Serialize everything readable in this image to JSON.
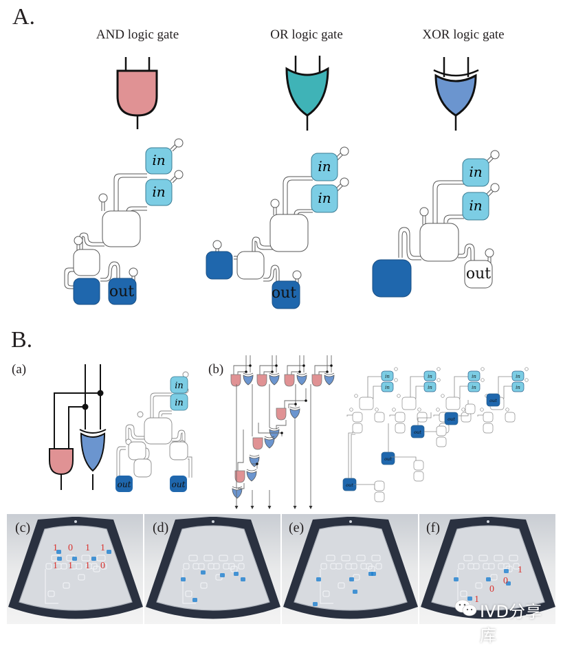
{
  "sections": {
    "a_label": "A.",
    "b_label": "B."
  },
  "gates": [
    {
      "title": "AND logic gate",
      "type": "AND",
      "color": "#e09294"
    },
    {
      "title": "OR logic gate",
      "type": "OR",
      "color": "#3fb3b7"
    },
    {
      "title": "XOR logic gate",
      "type": "XOR",
      "color": "#6b95cf"
    }
  ],
  "circuit_labels": {
    "in": "in",
    "out": "out"
  },
  "colors": {
    "input_box": "#7ccde4",
    "output_box": "#1f67ad",
    "channel": "#555555",
    "stroke": "#111111",
    "annotation_red": "#d9302c",
    "frame_dark": "#2a3140"
  },
  "panels": {
    "a": {
      "label": "(a)"
    },
    "b": {
      "label": "(b)"
    },
    "c": {
      "label": "(c)",
      "top_digits": [
        "1",
        "0",
        "1",
        "1"
      ],
      "bottom_digits": [
        "1",
        "1",
        "1",
        "0"
      ]
    },
    "d": {
      "label": "(d)"
    },
    "e": {
      "label": "(e)"
    },
    "f": {
      "label": "(f)",
      "result_digits": [
        "1",
        "0",
        "0",
        "1"
      ]
    }
  },
  "watermark": "IVD分享库"
}
